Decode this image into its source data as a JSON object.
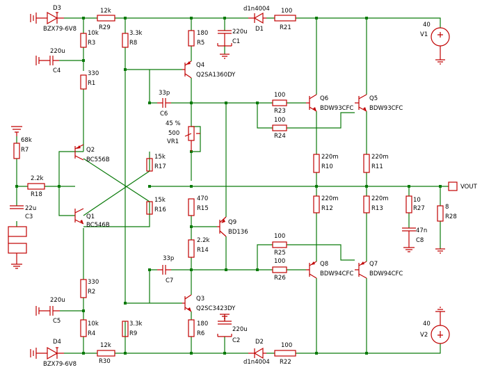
{
  "components": {
    "D3": {
      "ref": "D3",
      "value": "BZX79-6V8"
    },
    "D4": {
      "ref": "D4",
      "value": "BZX79-6V8"
    },
    "D1": {
      "ref": "D1",
      "value": "d1n4004"
    },
    "D2": {
      "ref": "D2",
      "value": "d1n4004"
    },
    "R29": {
      "ref": "R29",
      "value": "12k"
    },
    "R30": {
      "ref": "R30",
      "value": "12k"
    },
    "R3": {
      "ref": "R3",
      "value": "10k"
    },
    "R4": {
      "ref": "R4",
      "value": "10k"
    },
    "R1": {
      "ref": "R1",
      "value": "330"
    },
    "R2": {
      "ref": "R2",
      "value": "330"
    },
    "R8": {
      "ref": "R8",
      "value": "3.3k"
    },
    "R9": {
      "ref": "R9",
      "value": "3.3k"
    },
    "R5": {
      "ref": "R5",
      "value": "180"
    },
    "R6": {
      "ref": "R6",
      "value": "180"
    },
    "C1": {
      "ref": "C1",
      "value": "220u"
    },
    "C2": {
      "ref": "C2",
      "value": "220u"
    },
    "C4": {
      "ref": "C4",
      "value": "220u"
    },
    "C5": {
      "ref": "C5",
      "value": "220u"
    },
    "R21": {
      "ref": "R21",
      "value": "100"
    },
    "R22": {
      "ref": "R22",
      "value": "100"
    },
    "V1": {
      "ref": "V1",
      "value": "40"
    },
    "V2": {
      "ref": "V2",
      "value": "40"
    },
    "Q4": {
      "ref": "Q4",
      "value": "Q2SA1360DY"
    },
    "Q3": {
      "ref": "Q3",
      "value": "Q2SC3423DY"
    },
    "C6": {
      "ref": "C6",
      "value": "33p"
    },
    "C7": {
      "ref": "C7",
      "value": "33p"
    },
    "R23": {
      "ref": "R23",
      "value": "100"
    },
    "R24": {
      "ref": "R24",
      "value": "100"
    },
    "R25": {
      "ref": "R25",
      "value": "100"
    },
    "R26": {
      "ref": "R26",
      "value": "100"
    },
    "Q6": {
      "ref": "Q6",
      "value": "BDW93CFC"
    },
    "Q5": {
      "ref": "Q5",
      "value": "BDW93CFC"
    },
    "Q8": {
      "ref": "Q8",
      "value": "BDW94CFC"
    },
    "Q7": {
      "ref": "Q7",
      "value": "BDW94CFC"
    },
    "VR1": {
      "ref": "VR1",
      "value": "500",
      "setting": "45 %"
    },
    "R7": {
      "ref": "R7",
      "value": "68k"
    },
    "R18": {
      "ref": "R18",
      "value": "2.2k"
    },
    "C3": {
      "ref": "C3",
      "value": "22u"
    },
    "Q2": {
      "ref": "Q2",
      "value": "BC556B"
    },
    "Q1": {
      "ref": "Q1",
      "value": "BC546B"
    },
    "R17": {
      "ref": "R17",
      "value": "15k"
    },
    "R16": {
      "ref": "R16",
      "value": "15k"
    },
    "R15": {
      "ref": "R15",
      "value": "470"
    },
    "R14": {
      "ref": "R14",
      "value": "2.2k"
    },
    "Q9": {
      "ref": "Q9",
      "value": "BD136"
    },
    "R10": {
      "ref": "R10",
      "value": "220m"
    },
    "R11": {
      "ref": "R11",
      "value": "220m"
    },
    "R12": {
      "ref": "R12",
      "value": "220m"
    },
    "R13": {
      "ref": "R13",
      "value": "220m"
    },
    "R27": {
      "ref": "R27",
      "value": "10"
    },
    "C8": {
      "ref": "C8",
      "value": "47n"
    },
    "R28": {
      "ref": "R28",
      "value": "8"
    }
  },
  "output_label": "VOUT",
  "colors": {
    "wire": "#0a7a0a",
    "part": "#c00000",
    "text": "#000000"
  }
}
